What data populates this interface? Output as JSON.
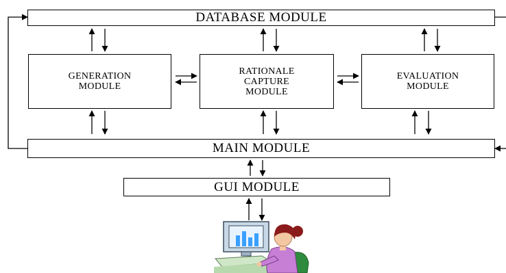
{
  "diagram": {
    "database_module": "DATABASE MODULE",
    "generation_module": [
      "GENERATION",
      "MODULE"
    ],
    "rationale_capture_module": [
      "RATIONALE",
      "CAPTURE",
      "MODULE"
    ],
    "evaluation_module": [
      "EVALUATION",
      "MODULE"
    ],
    "main_module": "MAIN MODULE",
    "gui_module": "GUI MODULE",
    "user_icon": "user-at-computer-icon",
    "colors": {
      "line": "#000000",
      "box_border": "#000000",
      "skin": "#f4c7a3",
      "hair": "#8b1a1a",
      "shirt": "#c77fd6",
      "chair": "#2e8b3d",
      "monitor": "#c9d8e6",
      "screen": "#3aa0ff",
      "desk": "#cfe7c7"
    }
  }
}
